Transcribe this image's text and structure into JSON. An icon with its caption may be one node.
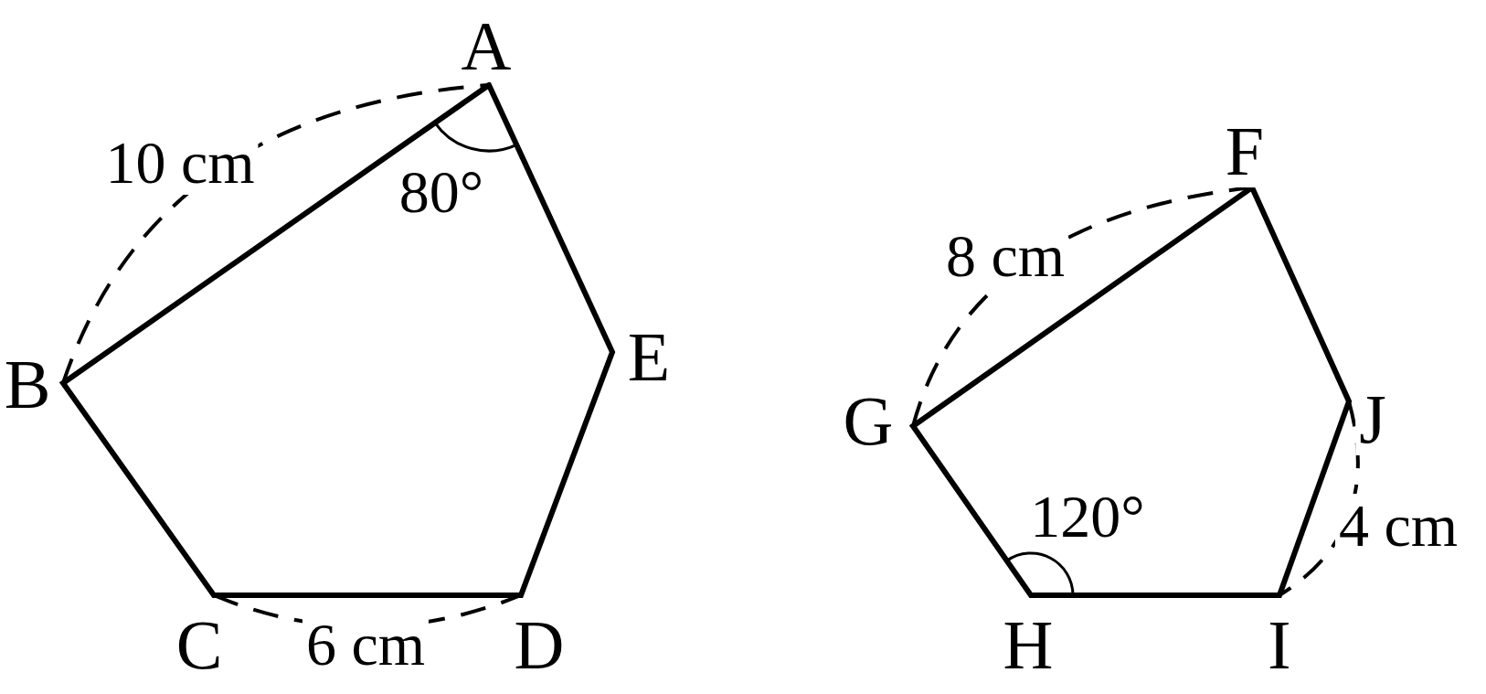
{
  "diagram": {
    "labels": [
      "A",
      "10 cm",
      "80°",
      "B",
      "E",
      "C",
      "6 cm",
      "D",
      "F",
      "8 cm",
      "G",
      "J",
      "120°",
      "4 cm",
      "H",
      "I"
    ]
  }
}
